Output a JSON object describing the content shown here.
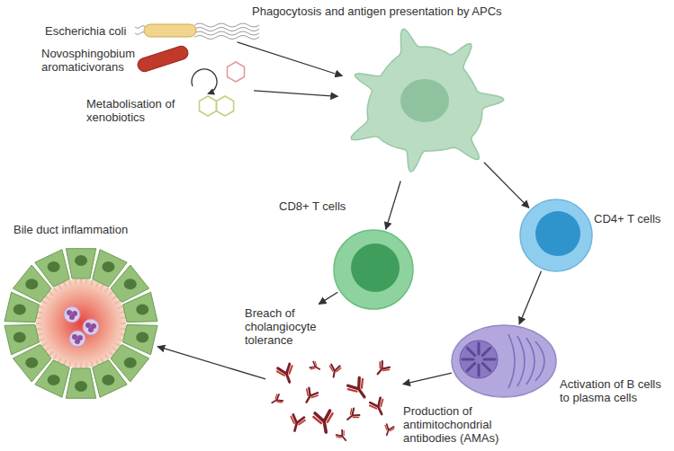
{
  "diagram": {
    "nodes": [
      {
        "text": [
          "Escherichia coli"
        ]
      },
      {
        "text": [
          "Novosphingobium aromaticivorans"
        ]
      },
      {
        "text": [
          "Metabolisation of xenobiotics"
        ]
      },
      {
        "text": [
          "Phagocytosis and antigen presentation by APCs"
        ]
      },
      {
        "text": [
          "CD8+ T cells"
        ]
      },
      {
        "text": [
          "CD4+ T cells"
        ]
      },
      {
        "text": [
          "Bile duct inflammation"
        ]
      },
      {
        "text": [
          "Breach of cholangiocyte tolerance"
        ]
      },
      {
        "text": [
          "Activation of B cells to plasma cells"
        ]
      },
      {
        "text": [
          "Production of antimitochondrial antibodies (AMAs)"
        ]
      }
    ],
    "edges": [
      {
        "from": 0,
        "to": 3,
        "arrow": "to"
      },
      {
        "from": 2,
        "to": 3,
        "arrow": "to"
      },
      {
        "from": 3,
        "to": 4,
        "arrow": "to"
      },
      {
        "from": 3,
        "to": 5,
        "arrow": "to"
      },
      {
        "from": 4,
        "to": 7,
        "arrow": "to"
      },
      {
        "from": 5,
        "to": 8,
        "arrow": "to"
      },
      {
        "from": 8,
        "to": 9,
        "arrow": "to"
      },
      {
        "from": 9,
        "to": 6,
        "arrow": "to"
      }
    ]
  }
}
